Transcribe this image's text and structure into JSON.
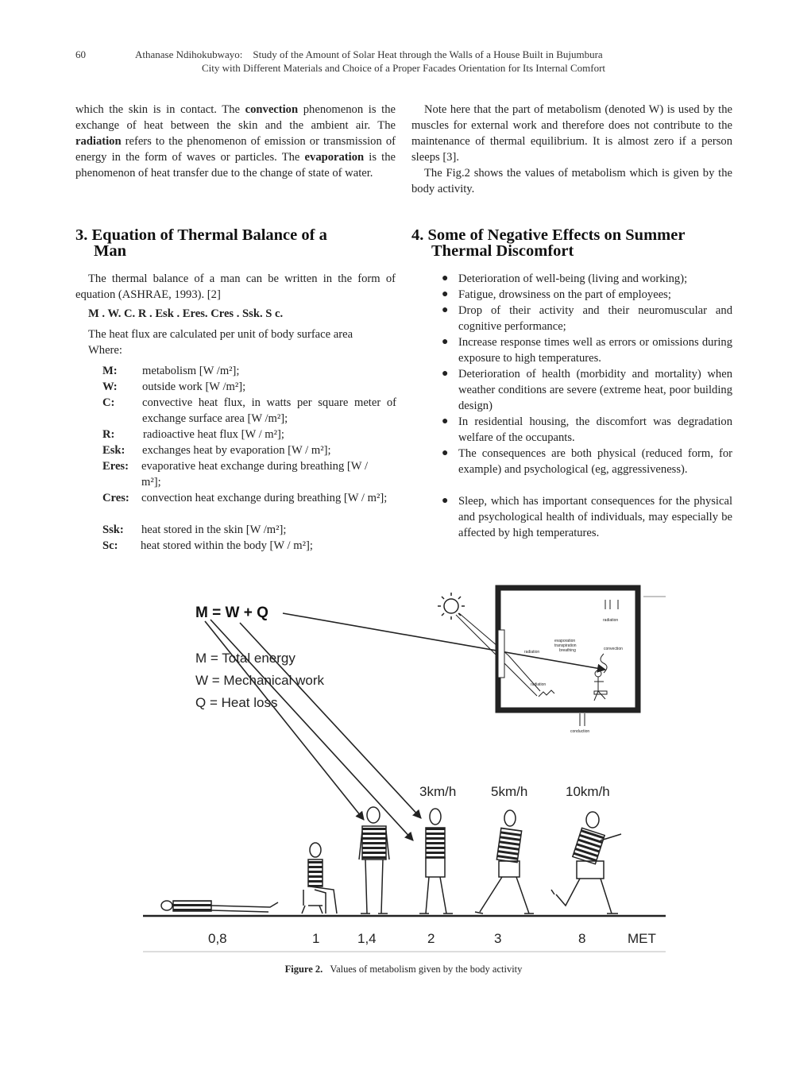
{
  "header": {
    "page_number": "60",
    "line1": "Athanase Ndihokubwayo:    Study of the Amount of Solar Heat through the Walls of a House Built in Bujumbura",
    "line2": "City with Different Materials and Choice of a Proper Facades Orientation for Its Internal Comfort"
  },
  "left_top": {
    "l1a": "which the skin is in contact. The ",
    "convection": "convection",
    "l1b": " phenomenon is the exchange of heat between the skin and the ambient air. The ",
    "radiation": "radiation",
    "l1c": " refers to the phenomenon of emission or transmission of energy in the form of waves or particles. The ",
    "evaporation": "evaporation",
    "l1d": " is the phenomenon of heat transfer due to the change of state of water."
  },
  "right_top": {
    "p1": "Note here that the part of metabolism (denoted W) is used by the muscles for external work and therefore does not contribute to the maintenance of thermal equilibrium. It is almost zero if a person sleeps [3].",
    "p2": "The Fig.2 shows the values of metabolism which is given by the body activity."
  },
  "section3": {
    "heading_line1": "3. Equation of Thermal Balance of a",
    "heading_line2": "Man",
    "intro": "The thermal balance of a man can be written in the form of equation (ASHRAE, 1993). [2]",
    "equation": "M . W. C. R . Esk . Eres. Cres . Ssk. S c.",
    "flux_line1": "The heat flux are calculated per unit of body surface area",
    "flux_line2": "Where:",
    "defs": [
      {
        "k": "M:",
        "v": "metabolism [W /m²];"
      },
      {
        "k": "W:",
        "v": "outside work [W /m²];"
      },
      {
        "k": "C:",
        "v": "convective heat flux, in watts per square meter of exchange surface area [W /m²];"
      },
      {
        "k": "R:",
        "v": "radioactive heat flux [W / m²];"
      },
      {
        "k": "Esk:",
        "v": "exchanges heat by evaporation [W / m²];"
      },
      {
        "k": "Eres:",
        "v": "evaporative heat exchange during breathing [W / m²];"
      },
      {
        "k": "Cres:",
        "v": "convection heat exchange during breathing [W / m²];"
      },
      {
        "k": "Ssk:",
        "v": "heat stored in the skin [W /m²];"
      },
      {
        "k": "Sc:",
        "v": "heat stored within the body [W / m²];"
      }
    ]
  },
  "section4": {
    "heading_line1": "4. Some of Negative Effects on Summer",
    "heading_line2": "Thermal Discomfort",
    "bullets": [
      "Deterioration of well-being (living and working);",
      "Fatigue, drowsiness on the part of employees;",
      "Drop of their activity and their neuromuscular and cognitive performance;",
      "Increase response times well as errors or omissions during exposure to high temperatures.",
      "Deterioration of health (morbidity and mortality) when weather conditions are severe (extreme heat, poor building design)",
      "In residential housing, the discomfort was degradation welfare of the occupants.",
      "The consequences are both physical (reduced form, for example) and psychological (eg, aggressiveness).",
      "Sleep, which has important consequences for the physical and psychological health of individuals, may especially be affected by high temperatures."
    ],
    "bullet_symbol": "●"
  },
  "figure": {
    "equation": "M = W + Q",
    "legend": [
      "M  = Total energy",
      "W  = Mechanical work",
      "Q  = Heat loss"
    ],
    "speeds": [
      "3km/h",
      "5km/h",
      "10km/h"
    ],
    "met_values": [
      "0,8",
      "1",
      "1,4",
      "2",
      "3",
      "8"
    ],
    "met_unit": "MET",
    "house_labels": [
      "radiation",
      "evaporation",
      "transpiration",
      "breathing",
      "convection",
      "radiation",
      "radiation",
      "conduction"
    ],
    "caption_label": "Figure 2.",
    "caption_text": "Values of metabolism given by the body activity"
  }
}
